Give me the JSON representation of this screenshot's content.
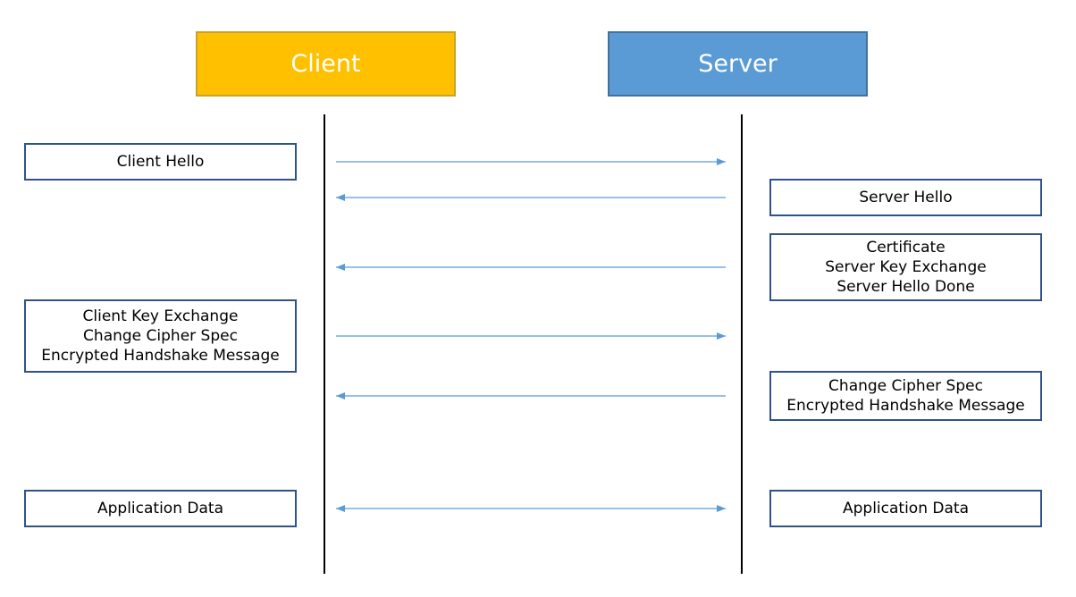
{
  "actors": {
    "client": "Client",
    "server": "Server"
  },
  "colors": {
    "client_fill": "#ffc000",
    "server_fill": "#5b9bd5",
    "box_border": "#2f528f",
    "arrow": "#5b9bd5",
    "lifeline": "#000000"
  },
  "client_messages": [
    {
      "lines": [
        "Client Hello"
      ]
    },
    {
      "lines": [
        "Client Key Exchange",
        "Change Cipher Spec",
        "Encrypted Handshake Message"
      ]
    },
    {
      "lines": [
        "Application Data"
      ]
    }
  ],
  "server_messages": [
    {
      "lines": [
        "Server Hello"
      ]
    },
    {
      "lines": [
        "Certificate",
        "Server Key Exchange",
        "Server Hello Done"
      ]
    },
    {
      "lines": [
        "Change Cipher Spec",
        "Encrypted Handshake Message"
      ]
    },
    {
      "lines": [
        "Application Data"
      ]
    }
  ],
  "arrows": [
    {
      "direction": "client-to-server"
    },
    {
      "direction": "server-to-client"
    },
    {
      "direction": "server-to-client"
    },
    {
      "direction": "client-to-server"
    },
    {
      "direction": "server-to-client"
    },
    {
      "direction": "bidirectional"
    }
  ]
}
